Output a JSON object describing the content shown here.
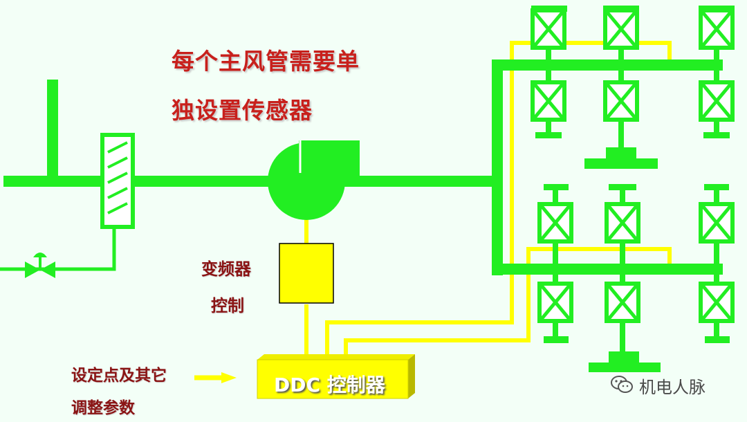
{
  "title": {
    "line1": "每个主风管需要单",
    "line2": "独设置传感器"
  },
  "vfd": {
    "line1": "变频器",
    "line2": "控制"
  },
  "setpoint": {
    "line1": "设定点及其它",
    "line2": "调整参数"
  },
  "ddc": {
    "label": "DDC 控制器"
  },
  "watermark": {
    "text": "机电人脉",
    "icon": "wechat-icon"
  },
  "colors": {
    "background": "#f3fff7",
    "duct": "#22ee22",
    "signal": "#ffff00",
    "title": "#c8201c",
    "label": "#8a1414"
  }
}
